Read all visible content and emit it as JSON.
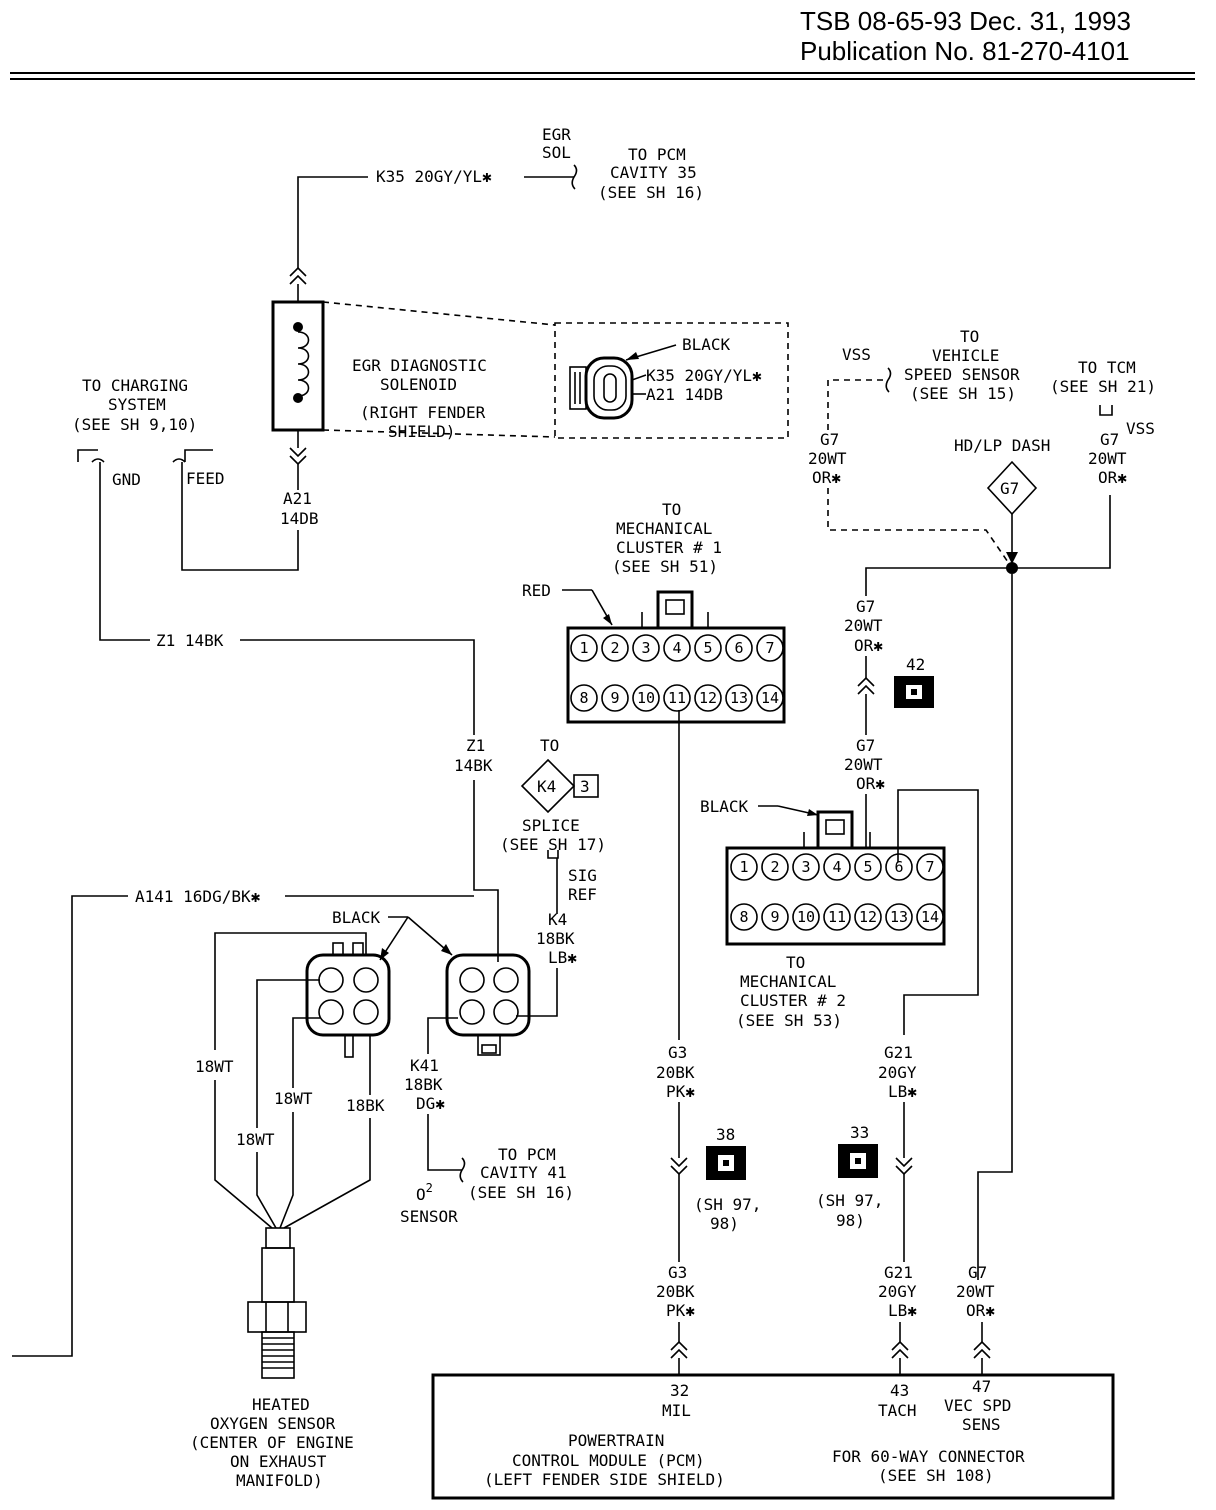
{
  "header": {
    "tsb": "TSB 08-65-93 Dec. 31, 1993",
    "publication": "Publication No. 81-270-4101"
  },
  "egr": {
    "wire_top": "K35 20GY/YL✱",
    "sol_label": [
      "EGR",
      "SOL"
    ],
    "to_pcm_35": [
      "TO PCM",
      "CAVITY 35",
      "(SEE SH 16)"
    ],
    "solenoid_label": [
      "EGR DIAGNOSTIC",
      "SOLENOID",
      "",
      "(RIGHT FENDER",
      "SHIELD)"
    ],
    "wire_bottom": [
      "A21",
      "14DB"
    ],
    "inset_color": "BLACK",
    "inset_pin1": "K35 20GY/YL✱",
    "inset_pin2": "A21 14DB"
  },
  "charging": {
    "label": [
      "TO CHARGING",
      "SYSTEM",
      "(SEE SH 9,10)"
    ],
    "gnd": "GND",
    "feed": "FEED",
    "z1_horizontal": "Z1 14BK",
    "z1_vertical": [
      "Z1",
      "14BK"
    ]
  },
  "splice": {
    "to": "TO",
    "id": "K4",
    "num": "3",
    "label": [
      "SPLICE",
      "(SEE SH 17)"
    ],
    "sig_ref": [
      "SIG",
      "REF"
    ],
    "wire": [
      "K4",
      "18BK",
      "LB✱"
    ]
  },
  "o2": {
    "a141": "A141 16DG/BK✱",
    "black": "BLACK",
    "w1": "18WT",
    "w2": "18WT",
    "w3": "18WT",
    "w4": "18BK",
    "k41": [
      "K41",
      "18BK",
      "DG✱"
    ],
    "to_pcm_41": [
      "TO PCM",
      "CAVITY 41",
      "(SEE SH 16)"
    ],
    "o2_label_main": "O",
    "o2_label_sup": "2",
    "o2_label_2": "SENSOR",
    "sensor_label": [
      "HEATED",
      "OXYGEN SENSOR",
      "(CENTER OF ENGINE",
      "ON EXHAUST",
      "MANIFOLD)"
    ]
  },
  "cluster1": {
    "label": [
      "TO",
      "MECHANICAL",
      "CLUSTER # 1",
      "(SEE SH 51)"
    ],
    "color": "RED",
    "pins_top": [
      "1",
      "2",
      "3",
      "4",
      "5",
      "6",
      "7"
    ],
    "pins_bottom": [
      "8",
      "9",
      "10",
      "11",
      "12",
      "13",
      "14"
    ]
  },
  "cluster2": {
    "label": [
      "TO",
      "MECHANICAL",
      "CLUSTER # 2",
      "(SEE SH 53)"
    ],
    "color": "BLACK",
    "pins_top": [
      "1",
      "2",
      "3",
      "4",
      "5",
      "6",
      "7"
    ],
    "pins_bottom": [
      "8",
      "9",
      "10",
      "11",
      "12",
      "13",
      "14"
    ]
  },
  "vss": {
    "vss_left": "VSS",
    "to_vss": [
      "TO",
      "VEHICLE",
      "SPEED SENSOR",
      "(SEE SH 15)"
    ],
    "to_tcm": [
      "TO TCM",
      "(SEE SH 21)"
    ],
    "vss_right": "VSS",
    "g7_left": [
      "G7",
      "20WT",
      "OR✱"
    ],
    "g7_right": [
      "G7",
      "20WT",
      "OR✱"
    ],
    "hd_lp": "HD/LP DASH",
    "g7_diamond": "G7",
    "g7_a": [
      "G7",
      "20WT",
      "OR✱"
    ],
    "g7_b": [
      "G7",
      "20WT",
      "OR✱"
    ],
    "g7_c": [
      "G7",
      "20WT",
      "OR✱"
    ],
    "conn_42": "42"
  },
  "lower": {
    "g3_a": [
      "G3",
      "20BK",
      "PK✱"
    ],
    "g3_b": [
      "G3",
      "20BK",
      "PK✱"
    ],
    "conn_38": "38",
    "sh_38": [
      "(SH 97,",
      "98)"
    ],
    "g21_a": [
      "G21",
      "20GY",
      "LB✱"
    ],
    "g21_b": [
      "G21",
      "20GY",
      "LB✱"
    ],
    "conn_33": "33",
    "sh_33": [
      "(SH 97,",
      "98)"
    ]
  },
  "pcm": {
    "pin32": [
      "32",
      "MIL"
    ],
    "pin43": [
      "43",
      "TACH"
    ],
    "pin47": [
      "47",
      "VEC SPD",
      "SENS"
    ],
    "label": [
      "POWERTRAIN",
      "CONTROL MODULE (PCM)",
      "(LEFT FENDER SIDE SHIELD)"
    ],
    "connector": [
      "FOR 60-WAY CONNECTOR",
      "(SEE SH 108)"
    ]
  }
}
